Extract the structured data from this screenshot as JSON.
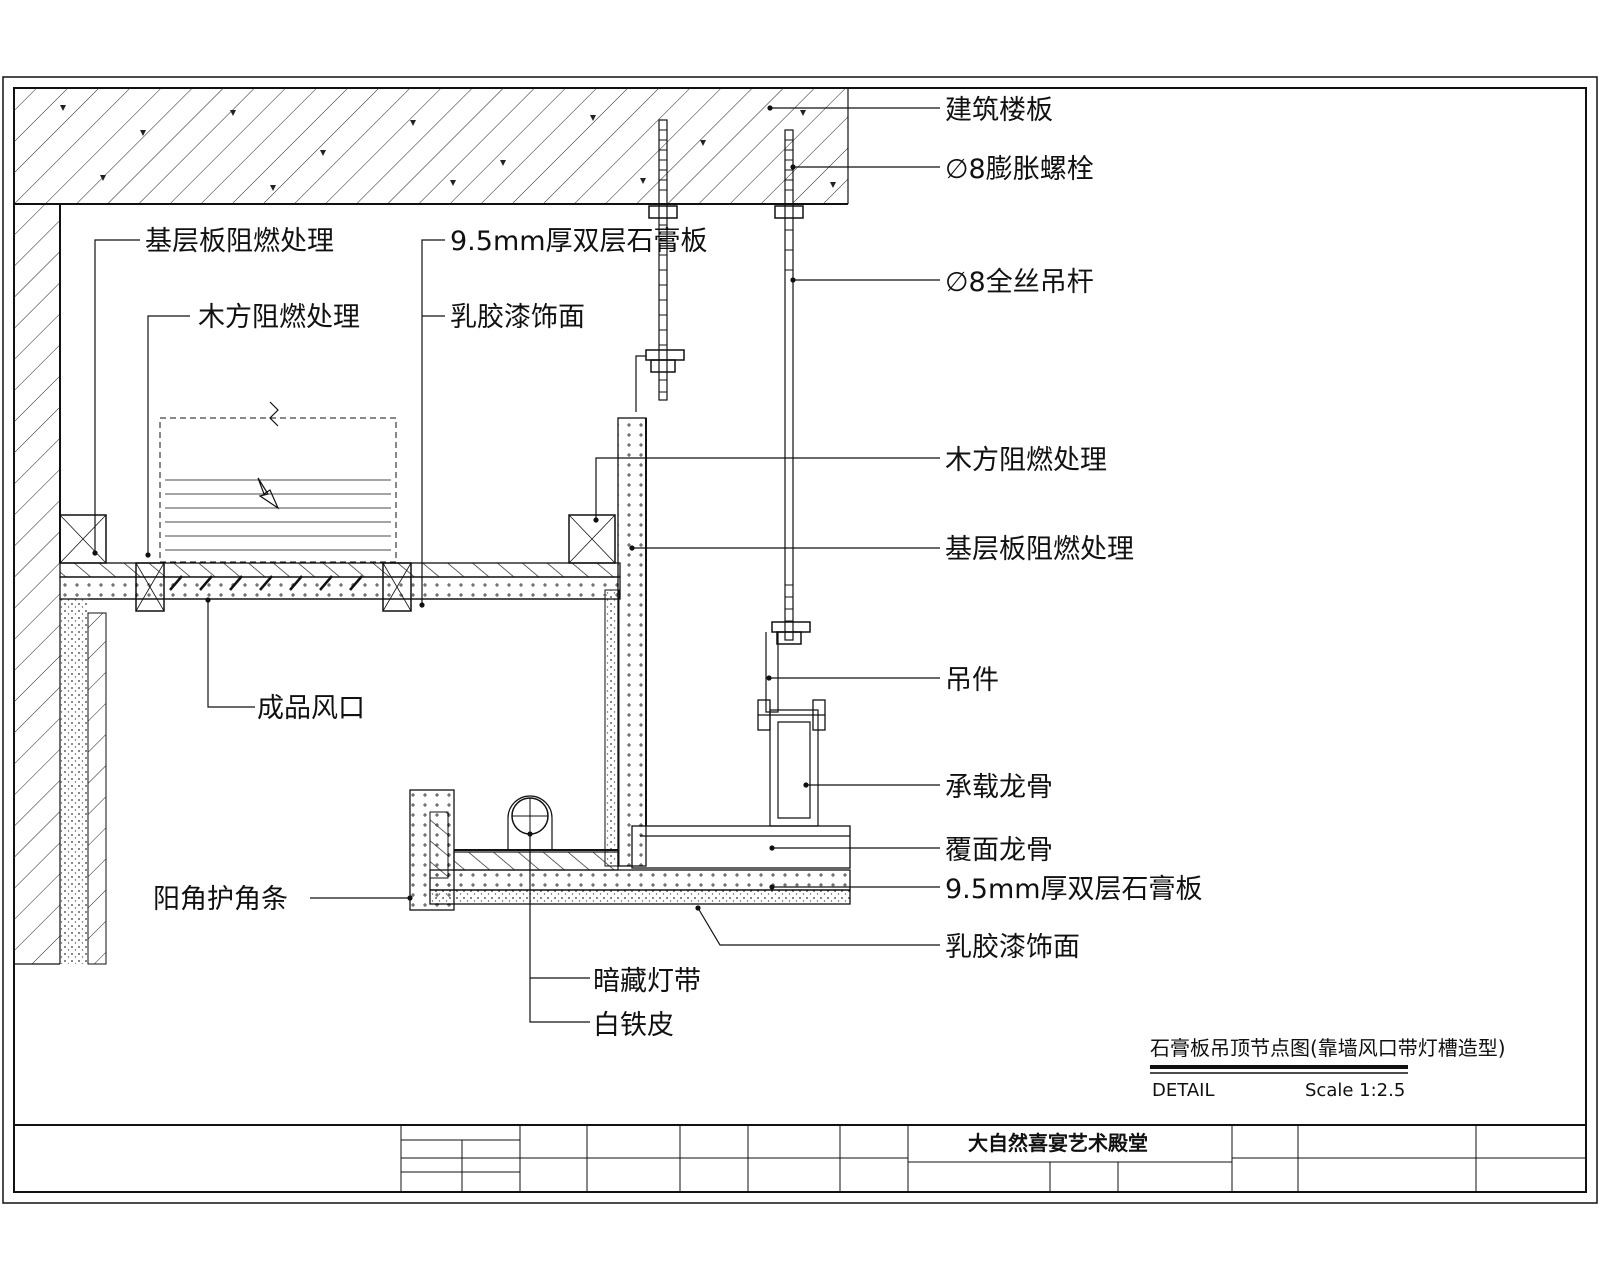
{
  "labels": {
    "floor_slab": "建筑楼板",
    "expansion_bolt": "∅8膨胀螺栓",
    "threaded_rod": "∅8全丝吊杆",
    "base_board_left": "基层板阻燃处理",
    "gypsum_top": "9.5mm厚双层石膏板",
    "timber_left": "木方阻燃处理",
    "latex_top": "乳胶漆饰面",
    "timber_right": "木方阻燃处理",
    "base_board_right": "基层板阻燃处理",
    "hanger": "吊件",
    "main_keel": "承载龙骨",
    "cover_keel": "覆面龙骨",
    "gypsum_bottom": "9.5mm厚双层石膏板",
    "latex_bottom": "乳胶漆饰面",
    "corner_guard": "阳角护角条",
    "air_vent": "成品风口",
    "hidden_light": "暗藏灯带",
    "galvanized_sheet": "白铁皮"
  },
  "detail": {
    "title": "石膏板吊顶节点图(靠墙风口带灯槽造型)",
    "tag": "DETAIL",
    "scale": "Scale 1:2.5"
  },
  "title_block": {
    "project": "大自然喜宴艺术殿堂"
  },
  "colors": {
    "ink": "#111111",
    "paper": "#ffffff"
  }
}
